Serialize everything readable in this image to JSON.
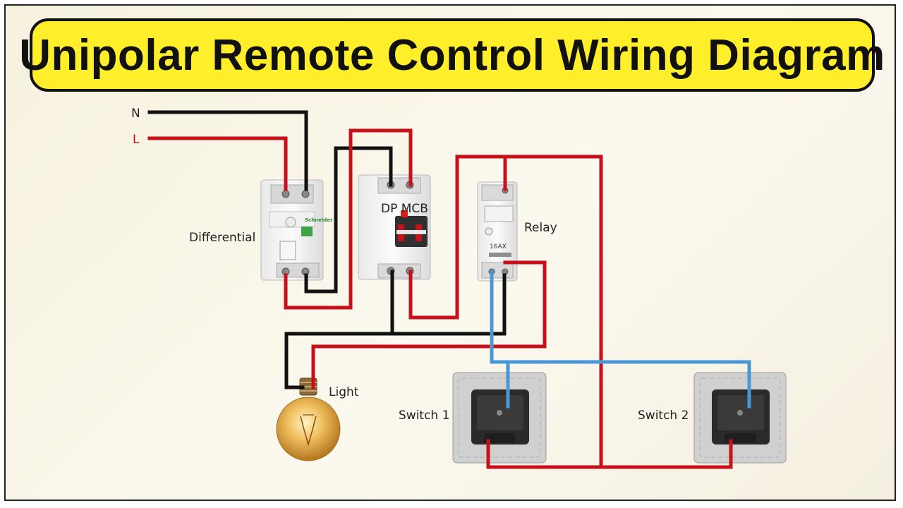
{
  "title": "Unipolar Remote Control Wiring Diagram",
  "labels": {
    "neutral": "N",
    "live": "L",
    "differential": "Differential",
    "mcb": "DP MCB",
    "relay": "Relay",
    "light": "Light",
    "switch1": "Switch 1",
    "switch2": "Switch 2",
    "relay_rating": "16AX"
  },
  "colors": {
    "title_bg": "#ffee2a",
    "wire_live": "#c8101a",
    "wire_neutral": "#111111",
    "wire_control": "#4a97d6"
  }
}
